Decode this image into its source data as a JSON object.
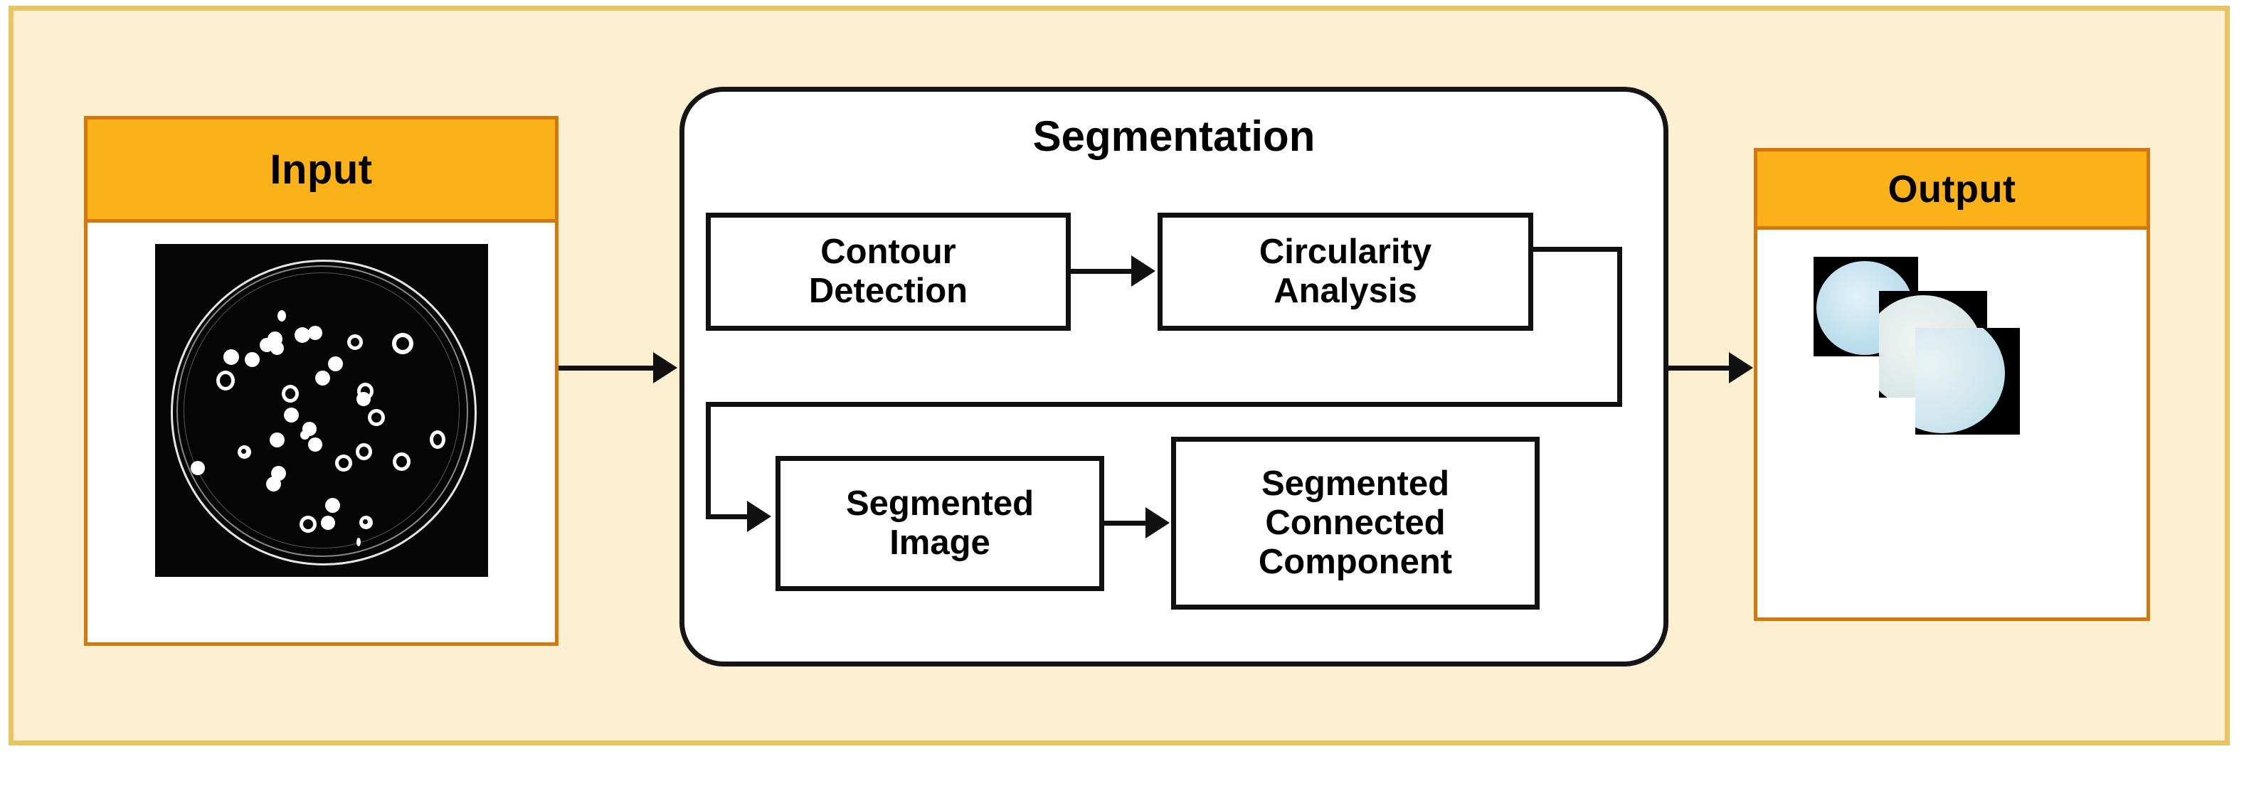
{
  "diagram": {
    "title": "Segmentation pipeline block diagram",
    "colors": {
      "frame_background": "#FDEFD1",
      "frame_border": "#E8C462",
      "panel_header": "#FBB218",
      "panel_border": "#D4770C",
      "box_border": "#111111",
      "box_fill": "#FFFFFF",
      "connector": "#111111",
      "input_image_background": "#050505",
      "input_colony": "#FDFDFD",
      "output_crop_background": "#000000",
      "output_blob_blue": "#B8DCEC",
      "output_blob_white": "#DCE8E8"
    }
  },
  "input_panel": {
    "title": "Input",
    "image_caption": "binary thresholded petri dish with bacterial colonies"
  },
  "segmentation": {
    "title": "Segmentation",
    "boxes": [
      {
        "id": "contour-detection",
        "label": "Contour\nDetection",
        "line1": "Contour",
        "line2": "Detection"
      },
      {
        "id": "circularity-analysis",
        "label": "Circularity\nAnalysis",
        "line1": "Circularity",
        "line2": "Analysis"
      },
      {
        "id": "segmented-image",
        "label": "Segmented\nImage",
        "line1": "Segmented",
        "line2": "Image"
      },
      {
        "id": "segmented-connected-component",
        "label": "Segmented\nConnected\nComponent",
        "line1": "Segmented",
        "line2": "Connected",
        "line3": "Component"
      }
    ],
    "flow": [
      {
        "from": "contour-detection",
        "to": "circularity-analysis"
      },
      {
        "from": "circularity-analysis",
        "to": "segmented-image"
      },
      {
        "from": "segmented-image",
        "to": "segmented-connected-component"
      }
    ]
  },
  "output_panel": {
    "title": "Output",
    "image_caption": "three cropped segmented colony patches on black background"
  },
  "flow_arrows": [
    {
      "from": "input-panel",
      "to": "segmentation"
    },
    {
      "from": "segmentation",
      "to": "output-panel"
    }
  ]
}
